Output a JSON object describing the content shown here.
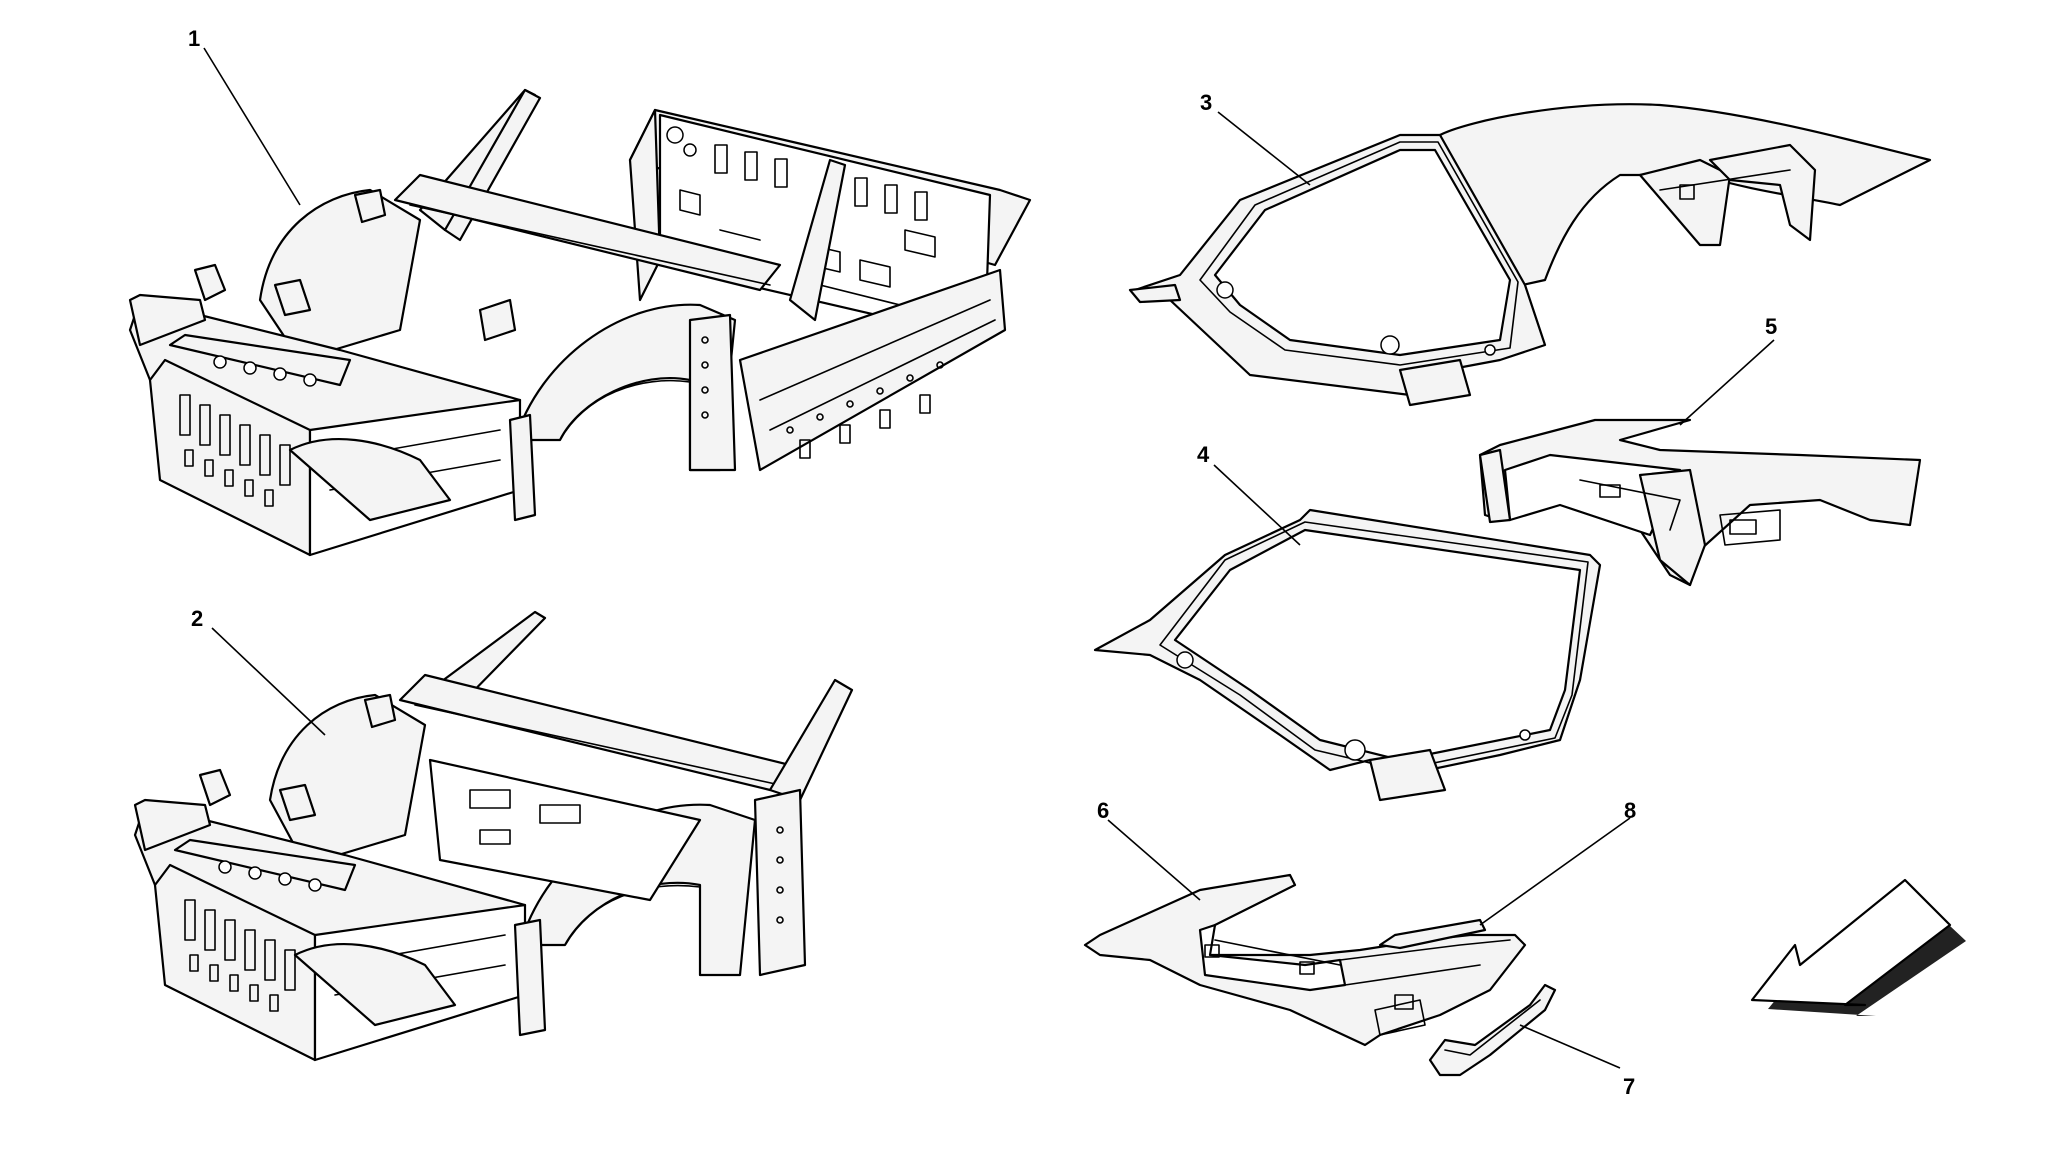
{
  "callouts": [
    {
      "id": "1",
      "label": "1"
    },
    {
      "id": "2",
      "label": "2"
    },
    {
      "id": "3",
      "label": "3"
    },
    {
      "id": "4",
      "label": "4"
    },
    {
      "id": "5",
      "label": "5"
    },
    {
      "id": "6",
      "label": "6"
    },
    {
      "id": "7",
      "label": "7"
    },
    {
      "id": "8",
      "label": "8"
    }
  ],
  "parts": [
    {
      "id": "1",
      "icon": "complete-body-shell-icon"
    },
    {
      "id": "2",
      "icon": "front-body-section-icon"
    },
    {
      "id": "3",
      "icon": "roof-windscreen-frame-icon"
    },
    {
      "id": "4",
      "icon": "windscreen-frame-icon"
    },
    {
      "id": "5",
      "icon": "rear-roof-panel-icon"
    },
    {
      "id": "6",
      "icon": "rear-cross-member-icon"
    },
    {
      "id": "7",
      "icon": "small-bracket-icon"
    },
    {
      "id": "8",
      "icon": "trim-strip-icon"
    }
  ],
  "direction_arrow": {
    "icon": "front-direction-arrow-icon"
  }
}
